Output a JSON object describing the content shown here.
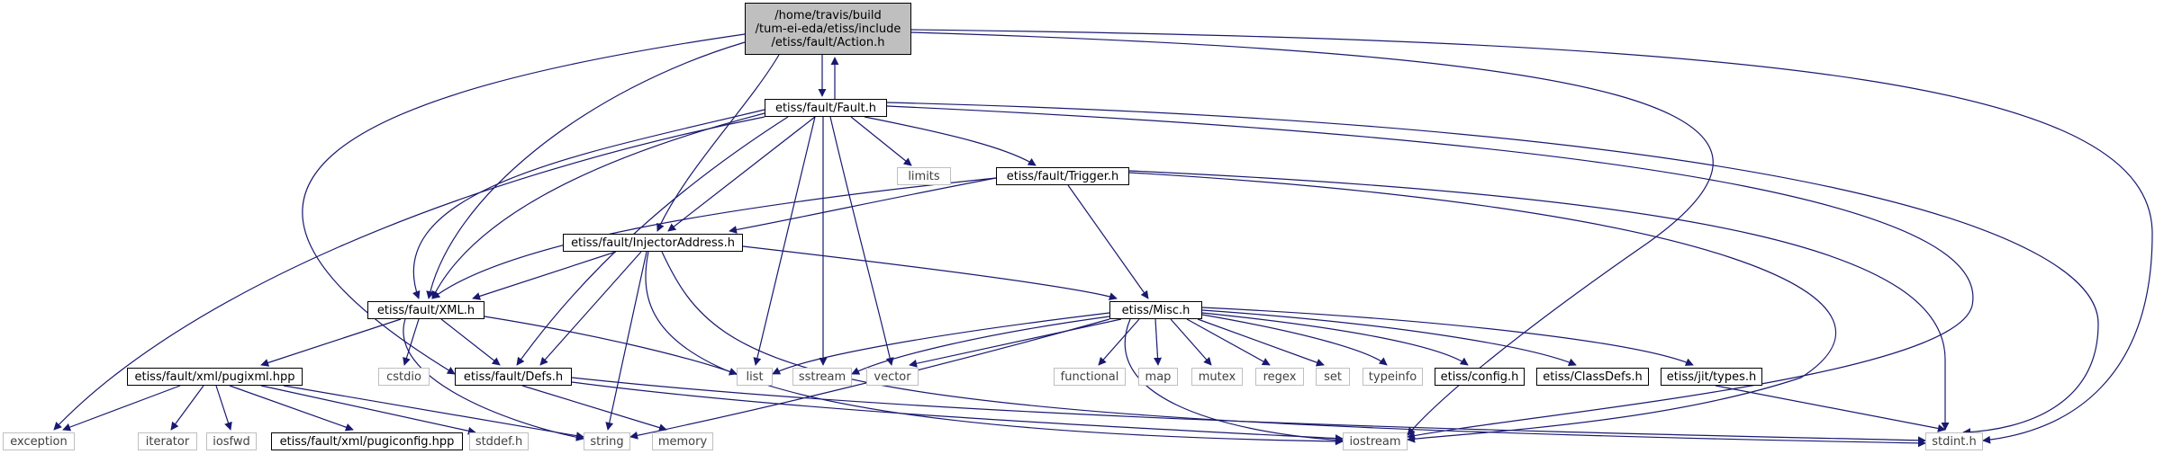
{
  "colors": {
    "edge": "#191970",
    "root_fill": "#bfbfbf",
    "node_border": "#000000",
    "external_border": "#bfbfbf"
  },
  "nodes": {
    "action": {
      "lines": [
        "/home/travis/build",
        "/tum-ei-eda/etiss/include",
        "/etiss/fault/Action.h"
      ]
    },
    "fault": {
      "label": "etiss/fault/Fault.h"
    },
    "limits": {
      "label": "limits"
    },
    "trigger": {
      "label": "etiss/fault/Trigger.h"
    },
    "injector": {
      "label": "etiss/fault/InjectorAddress.h"
    },
    "xml": {
      "label": "etiss/fault/XML.h"
    },
    "misc": {
      "label": "etiss/Misc.h"
    },
    "pugixml": {
      "label": "etiss/fault/xml/pugixml.hpp"
    },
    "cstdio": {
      "label": "cstdio"
    },
    "defs": {
      "label": "etiss/fault/Defs.h"
    },
    "list": {
      "label": "list"
    },
    "sstream": {
      "label": "sstream"
    },
    "vector": {
      "label": "vector"
    },
    "functional": {
      "label": "functional"
    },
    "map": {
      "label": "map"
    },
    "mutex": {
      "label": "mutex"
    },
    "regex": {
      "label": "regex"
    },
    "set": {
      "label": "set"
    },
    "typeinfo": {
      "label": "typeinfo"
    },
    "config": {
      "label": "etiss/config.h"
    },
    "classdefs": {
      "label": "etiss/ClassDefs.h"
    },
    "jittypes": {
      "label": "etiss/jit/types.h"
    },
    "exception": {
      "label": "exception"
    },
    "iterator": {
      "label": "iterator"
    },
    "iosfwd": {
      "label": "iosfwd"
    },
    "pugiconfig": {
      "label": "etiss/fault/xml/pugiconfig.hpp"
    },
    "stddef": {
      "label": "stddef.h"
    },
    "string": {
      "label": "string"
    },
    "memory": {
      "label": "memory"
    },
    "iostream": {
      "label": "iostream"
    },
    "stdint": {
      "label": "stdint.h"
    }
  }
}
